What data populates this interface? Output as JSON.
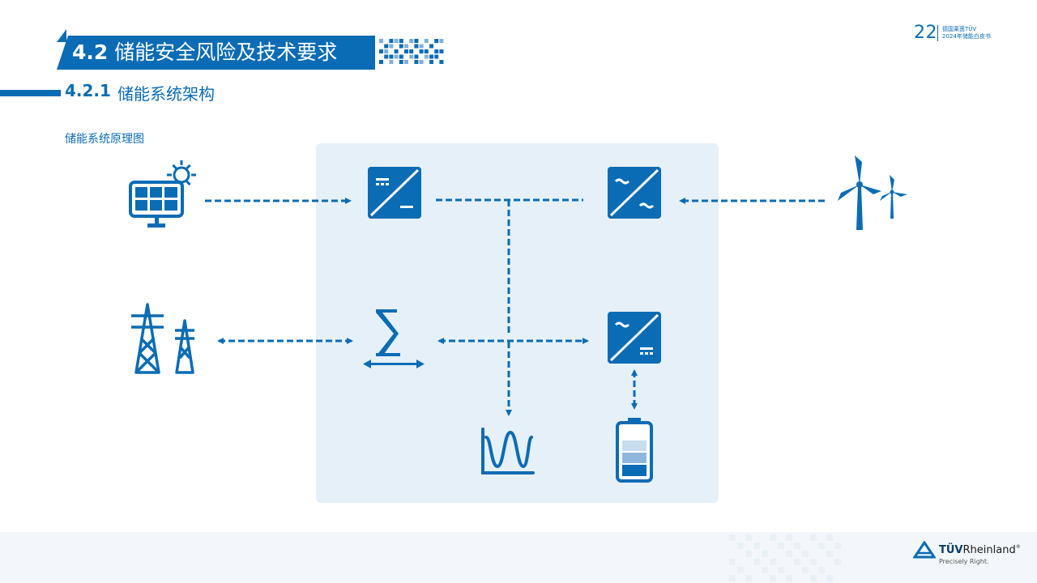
{
  "header": {
    "page_number": "22",
    "doc_line1": "德国莱茵TÜV",
    "doc_line2": "2024年储能白皮书"
  },
  "section": {
    "number": "4.2",
    "title": "储能安全风险及技术要求"
  },
  "subsection": {
    "number": "4.2.1",
    "title": "储能系统架构"
  },
  "diagram": {
    "label": "储能系统原理图",
    "nodes": [
      "solar-panel",
      "pv-inverter",
      "wind-converter",
      "wind-turbine",
      "power-grid",
      "switchgear",
      "battery-converter",
      "load-curve",
      "battery"
    ]
  },
  "logo": {
    "brand_bold": "TÜV",
    "brand_rest": "Rheinland",
    "registered": "®",
    "tagline": "Precisely Right."
  },
  "colors": {
    "primary": "#0a6cb5",
    "panel": "#e6f0f8",
    "battery_light": "#c9dcee",
    "battery_mid": "#8fb7dd"
  }
}
